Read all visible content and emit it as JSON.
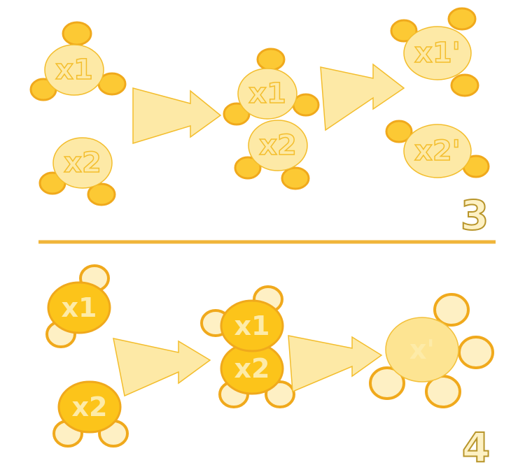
{
  "panel_3": {
    "number": "3",
    "start": {
      "top_label": "x1",
      "bottom_label": "x2"
    },
    "merged": {
      "top_label": "x1",
      "bottom_label": "x2"
    },
    "result": {
      "top_label": "x1'",
      "bottom_label": "x2'"
    }
  },
  "panel_4": {
    "number": "4",
    "start": {
      "top_label": "x1",
      "bottom_label": "x2"
    },
    "merged": {
      "top_label": "x1",
      "bottom_label": "x2"
    },
    "result": {
      "label": "x'"
    }
  },
  "colors": {
    "light_core": "#fde9a6",
    "light_outline": "#f3bd2c",
    "satellite_fill": "#fcc934",
    "satellite_outline": "#f0a91c",
    "dark_core": "#fcc41a",
    "dark_outline": "#f0a91c",
    "light_satellite": "#fef0c4",
    "arrow_fill": "#fde9a6",
    "divider": "#f0b53a"
  }
}
